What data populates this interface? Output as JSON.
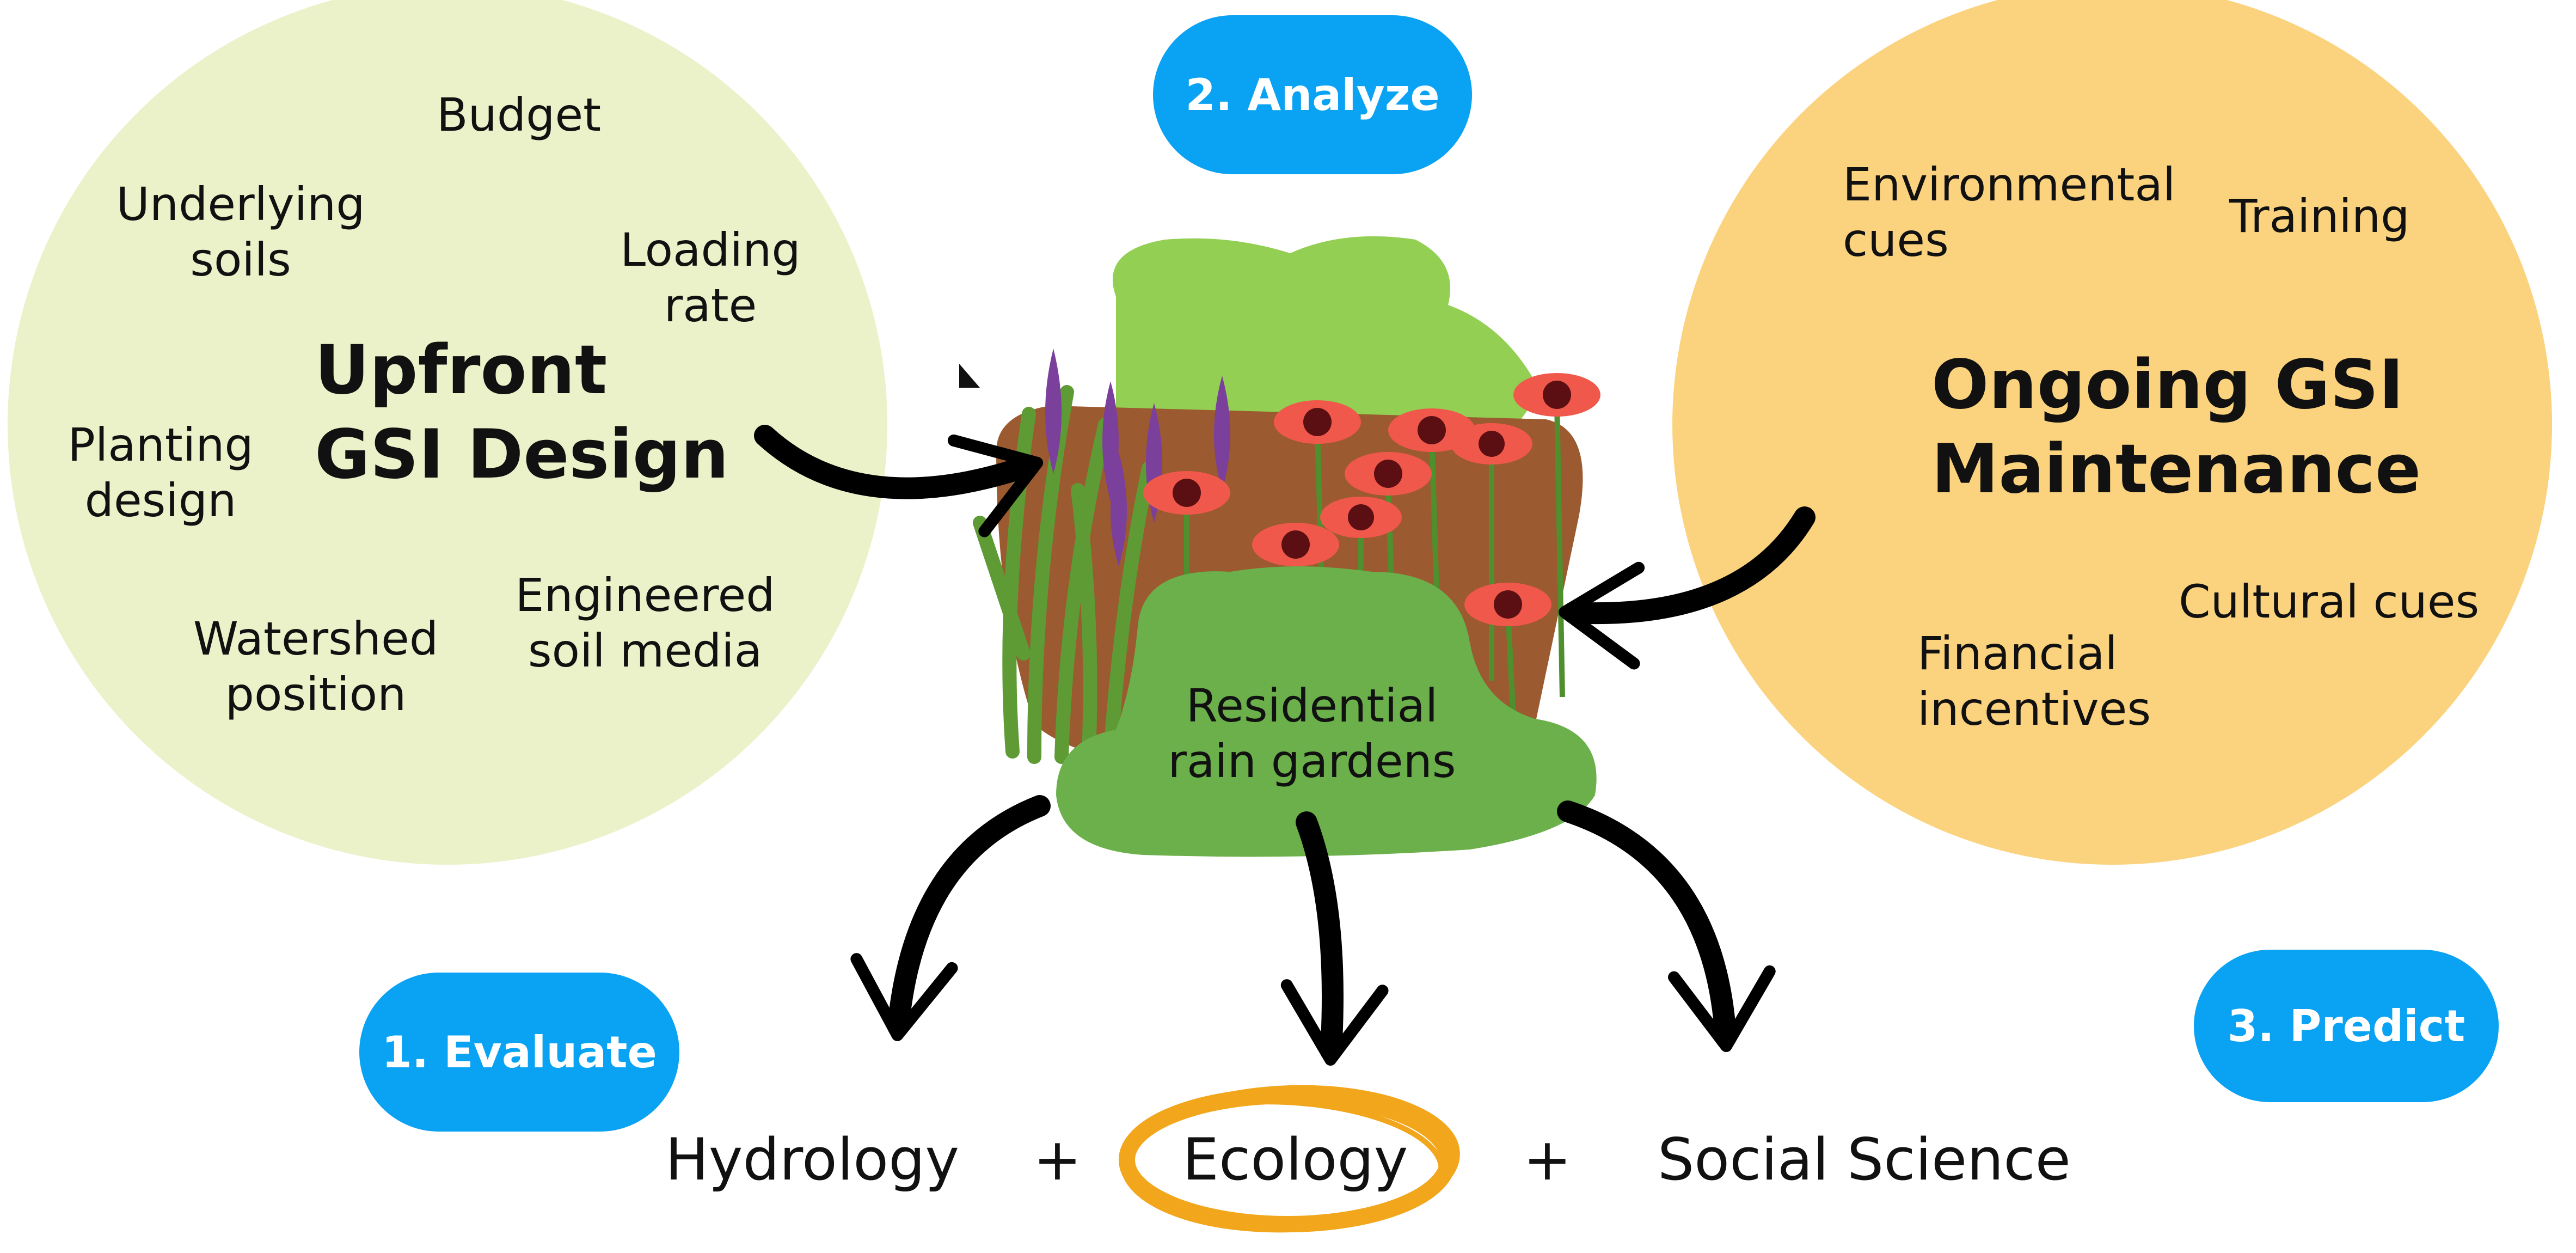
{
  "left_circle": {
    "title_line1": "Upfront",
    "title_line2": "GSI Design",
    "factors": {
      "budget": "Budget",
      "underlying_soils": [
        "Underlying",
        "soils"
      ],
      "loading_rate": [
        "Loading",
        "rate"
      ],
      "planting_design": [
        "Planting",
        "design"
      ],
      "watershed_position": [
        "Watershed",
        "position"
      ],
      "engineered_soil_media": [
        "Engineered",
        "soil media"
      ]
    }
  },
  "right_circle": {
    "title_line1": "Ongoing GSI",
    "title_line2": "Maintenance",
    "factors": {
      "environmental_cues": [
        "Environmental",
        "cues"
      ],
      "training": "Training",
      "cultural_cues": "Cultural cues",
      "financial_incentives": [
        "Financial",
        "incentives"
      ]
    }
  },
  "center": {
    "label_line1": "Residential",
    "label_line2": "rain gardens"
  },
  "steps": {
    "evaluate": "1. Evaluate",
    "analyze": "2. Analyze",
    "predict": "3. Predict"
  },
  "disciplines": {
    "hydrology": "Hydrology",
    "ecology": "Ecology",
    "social_science": "Social Science",
    "plus": "+"
  },
  "colors": {
    "left_circle": "#ebf1c9",
    "right_circle": "#fbd37f",
    "pill": "#0aa2f2",
    "ecology_ring": "#f2a61b",
    "garden_green": "#6bb04a",
    "soil": "#9b5a2f",
    "flower": "#f1584c",
    "lavender": "#7b3f9c"
  }
}
